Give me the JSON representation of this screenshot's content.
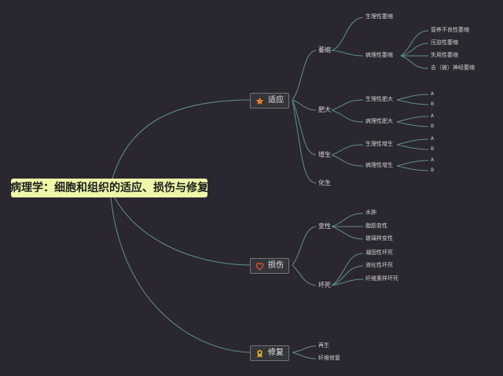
{
  "root": {
    "label": "病理学：细胞和组织的适应、损伤与修复"
  },
  "branches": {
    "adapt": {
      "label": "适应",
      "icon": "star-icon",
      "atrophy": {
        "label": "萎缩",
        "physiological": "生理性萎缩",
        "pathological": {
          "label": "病理性萎缩",
          "items": [
            "营养不良性萎缩",
            "压迫性萎缩",
            "失用性萎缩",
            "去（被）神经萎缩"
          ]
        }
      },
      "hypertrophy": {
        "label": "肥大",
        "physiological": {
          "label": "生理性肥大",
          "items": [
            "A",
            "B"
          ]
        },
        "pathological": {
          "label": "病理性肥大",
          "items": [
            "A",
            "B"
          ]
        }
      },
      "hyperplasia": {
        "label": "增生",
        "physiological": {
          "label": "生理性增生",
          "items": [
            "A",
            "B"
          ]
        },
        "pathological": {
          "label": "病理性增生",
          "items": [
            "A",
            "B"
          ]
        }
      },
      "metaplasia": {
        "label": "化生"
      }
    },
    "injury": {
      "label": "损伤",
      "icon": "heart-icon",
      "degeneration": {
        "label": "变性",
        "items": [
          "水肿",
          "脂肪变性",
          "玻璃样变性"
        ]
      },
      "necrosis": {
        "label": "坏死",
        "items": [
          "凝固性坏死",
          "液化性坏死",
          "纤维素样坏死"
        ]
      }
    },
    "repair": {
      "label": "修复",
      "icon": "badge-icon",
      "items": [
        "再生",
        "纤维修复"
      ]
    }
  },
  "colors": {
    "background": "#2b2730",
    "connector": "#5f8f8c",
    "root_fill": "#eef7a8",
    "star": "#f07a2a",
    "heart": "#e8433a",
    "badge": "#e8b520"
  }
}
